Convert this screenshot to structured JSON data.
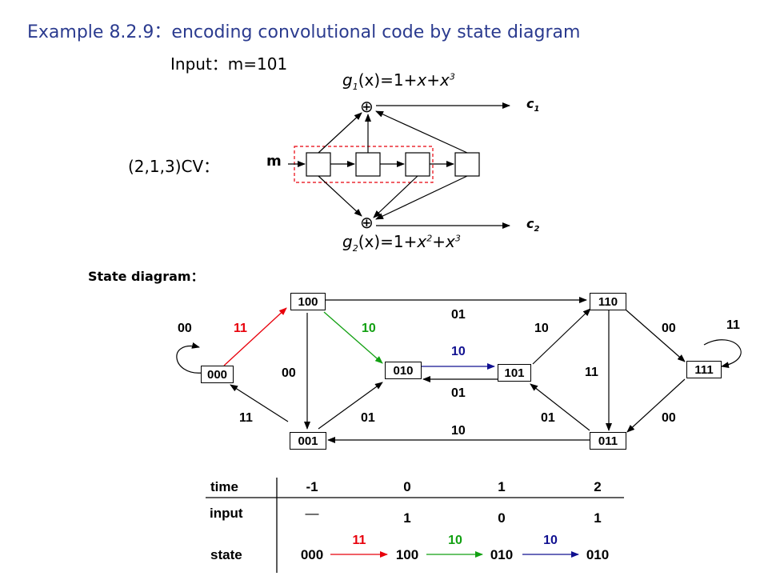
{
  "title": "Example 8.2.9：encoding convolutional code by state diagram",
  "input_line": "Input：m=101",
  "cv_label": "(2,1,3)CV：",
  "g1": {
    "prefix": "g",
    "sub": "1",
    "mid": "(x)=1+",
    "x1": "x",
    "plus": "+",
    "x3": "x",
    "sup": "3"
  },
  "g2": {
    "prefix": "g",
    "sub": "2",
    "mid": "(x)=1+",
    "x2": "x",
    "sup2": "2",
    "plus": "+",
    "x3": "x",
    "sup3": "3"
  },
  "encoder": {
    "m_label": "m",
    "c1_label": "c",
    "c1_sub": "1",
    "c2_label": "c",
    "c2_sub": "2",
    "xor_symbol": "⊕"
  },
  "state_diagram_label": "State diagram：",
  "states": {
    "s000": "000",
    "s100": "100",
    "s010": "010",
    "s101": "101",
    "s110": "110",
    "s111": "111",
    "s001": "001",
    "s011": "011"
  },
  "edges": {
    "loop000": "00",
    "e000_100": "11",
    "e100_010": "10",
    "e001_000": "11",
    "e100_001": "00",
    "e001_010": "01",
    "e100_110": "01",
    "e010_101": "10",
    "e101_010": "01",
    "e011_001": "10",
    "e101_110": "10",
    "e110_011": "11",
    "e110_111": "00",
    "loop111": "11",
    "e011_101": "01",
    "e111_011": "00"
  },
  "colors": {
    "red": "#e8000b",
    "green": "#12a012",
    "blue": "#101090",
    "title": "#2b3b8f"
  },
  "table": {
    "time_label": "time",
    "input_label": "input",
    "state_label": "state",
    "times": [
      "-1",
      "0",
      "1",
      "2"
    ],
    "inputs": [
      "—",
      "1",
      "0",
      "1"
    ],
    "states": [
      "000",
      "100",
      "010",
      "010"
    ],
    "outputs": [
      "11",
      "10",
      "10"
    ]
  }
}
